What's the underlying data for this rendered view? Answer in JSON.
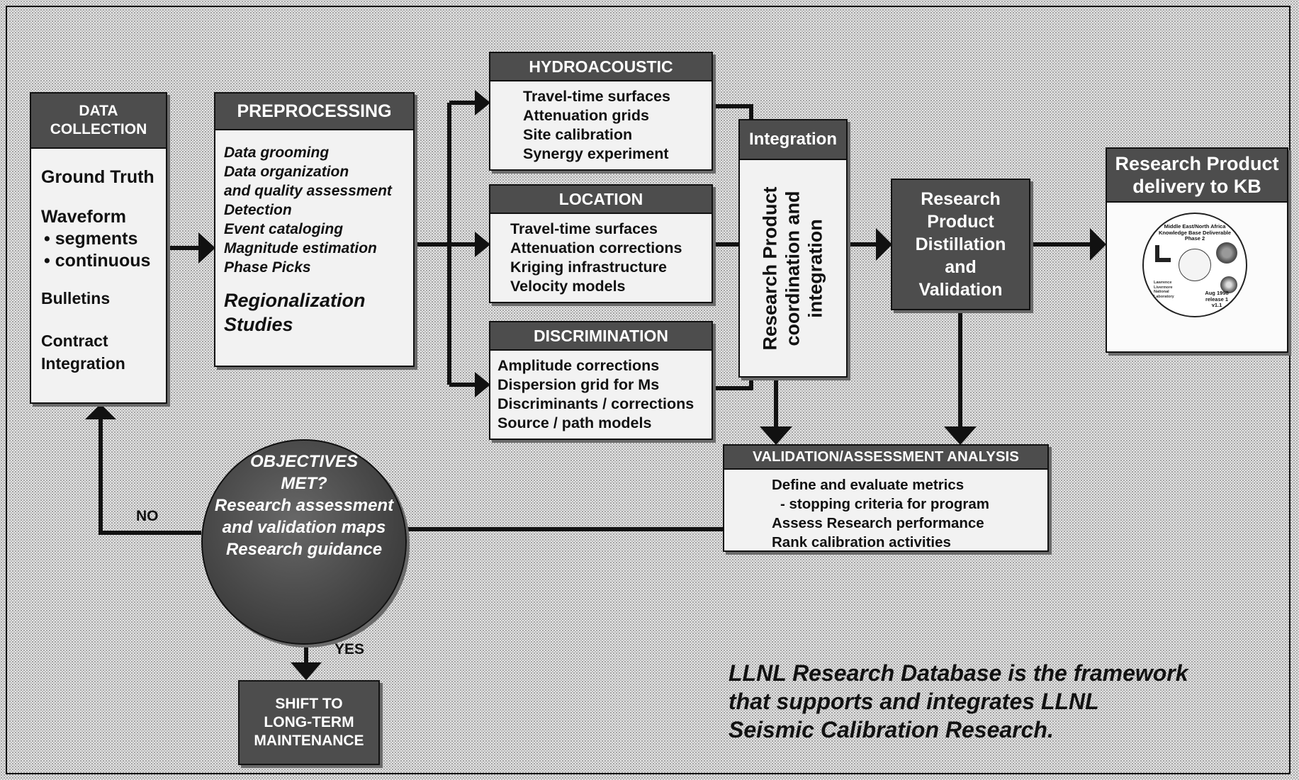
{
  "data_collection": {
    "title_lines": [
      "DATA",
      "COLLECTION"
    ],
    "items": [
      "Ground Truth",
      "Waveform",
      "• segments",
      "• continuous",
      "Bulletins",
      "Contract",
      "Integration"
    ]
  },
  "preprocessing": {
    "title": "PREPROCESSING",
    "items": [
      "Data grooming",
      "Data organization",
      "and quality assessment",
      "Detection",
      "Event cataloging",
      "Magnitude estimation",
      "Phase Picks"
    ],
    "studies": [
      "Regionalization",
      "Studies"
    ]
  },
  "hydroacoustic": {
    "title": "HYDROACOUSTIC",
    "items": [
      "Travel-time surfaces",
      "Attenuation grids",
      "Site calibration",
      "Synergy experiment"
    ]
  },
  "location": {
    "title": "LOCATION",
    "items": [
      "Travel-time surfaces",
      "Attenuation corrections",
      "Kriging infrastructure",
      "Velocity models"
    ]
  },
  "discrimination": {
    "title": "DISCRIMINATION",
    "items": [
      "Amplitude corrections",
      "Dispersion grid for Ms",
      "Discriminants / corrections",
      "Source / path models"
    ]
  },
  "integration": {
    "title": "Integration",
    "vertical_lines": [
      "Research Product",
      "coordination and",
      "integration"
    ]
  },
  "distillation": {
    "lines": [
      "Research",
      "Product",
      "Distillation",
      "and",
      "Validation"
    ]
  },
  "kb_delivery": {
    "title_lines": [
      "Research Product",
      "delivery to KB"
    ],
    "cd_label_top": [
      "Middle East/North Africa",
      "Knowledge Base Deliverable",
      "Phase 2"
    ],
    "cd_label_bottom": [
      "Aug 1998",
      "release 1",
      "v1.1"
    ],
    "cd_label_lab": [
      "Lawrence",
      "Livermore",
      "National",
      "Laboratory"
    ]
  },
  "validation": {
    "title": "VALIDATION/ASSESSMENT ANALYSIS",
    "items": [
      "Define and evaluate metrics",
      "- stopping criteria for program",
      "Assess Research performance",
      "Rank calibration activities"
    ]
  },
  "objectives": {
    "lines": [
      "OBJECTIVES",
      "MET?",
      "Research assessment",
      "and validation maps",
      "Research guidance"
    ]
  },
  "shift": {
    "lines": [
      "SHIFT TO",
      "LONG-TERM",
      "MAINTENANCE"
    ]
  },
  "labels": {
    "no": "NO",
    "yes": "YES"
  },
  "caption": {
    "lines": [
      "LLNL Research Database is the framework",
      "that supports and integrates LLNL",
      "Seismic Calibration Research."
    ]
  },
  "colors": {
    "header_fill": "#4d4d4d",
    "box_fill": "#f2f2f2",
    "background": "#e4e4e4",
    "line": "#111111"
  }
}
